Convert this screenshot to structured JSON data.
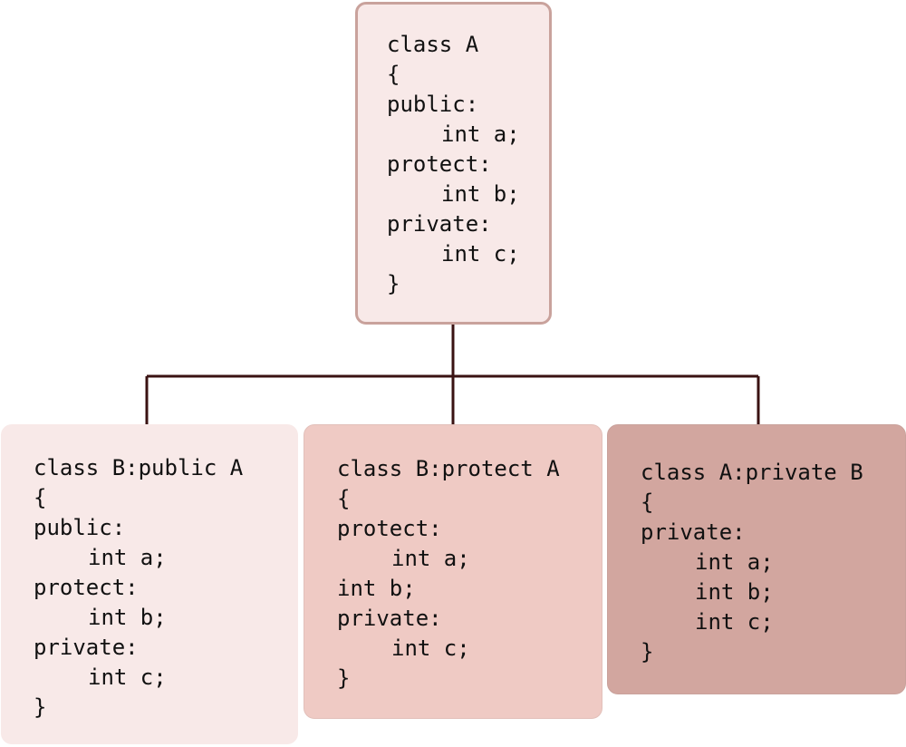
{
  "colors": {
    "connector": "#3a1212",
    "parent_fill": "#f8e9e8",
    "parent_border": "#c9a29c",
    "public_fill": "#f8e9e8",
    "protected_fill": "#efcac4",
    "private_fill": "#d2a69f"
  },
  "boxes": {
    "parent": {
      "lines": [
        "class A",
        "{",
        "public:",
        "int a;",
        "protect:",
        "int b;",
        "private:",
        "int c;",
        "}"
      ],
      "indent": [
        false,
        false,
        false,
        true,
        false,
        true,
        false,
        true,
        false
      ]
    },
    "public_inheritance": {
      "lines": [
        "class B:public A",
        "{",
        "public:",
        "int a;",
        "protect:",
        "int b;",
        "private:",
        "int c;",
        "}"
      ],
      "indent": [
        false,
        false,
        false,
        true,
        false,
        true,
        false,
        true,
        false
      ]
    },
    "protected_inheritance": {
      "lines": [
        "class B:protect A",
        "{",
        "protect:",
        "int a;",
        "int b;",
        "private:",
        "int c;",
        "}"
      ],
      "indent": [
        false,
        false,
        false,
        true,
        false,
        false,
        true,
        false
      ]
    },
    "private_inheritance": {
      "lines": [
        "class A:private B",
        "{",
        "private:",
        "int a;",
        "int b;",
        "int c;",
        "}"
      ],
      "indent": [
        false,
        false,
        false,
        true,
        true,
        true,
        false
      ]
    }
  }
}
